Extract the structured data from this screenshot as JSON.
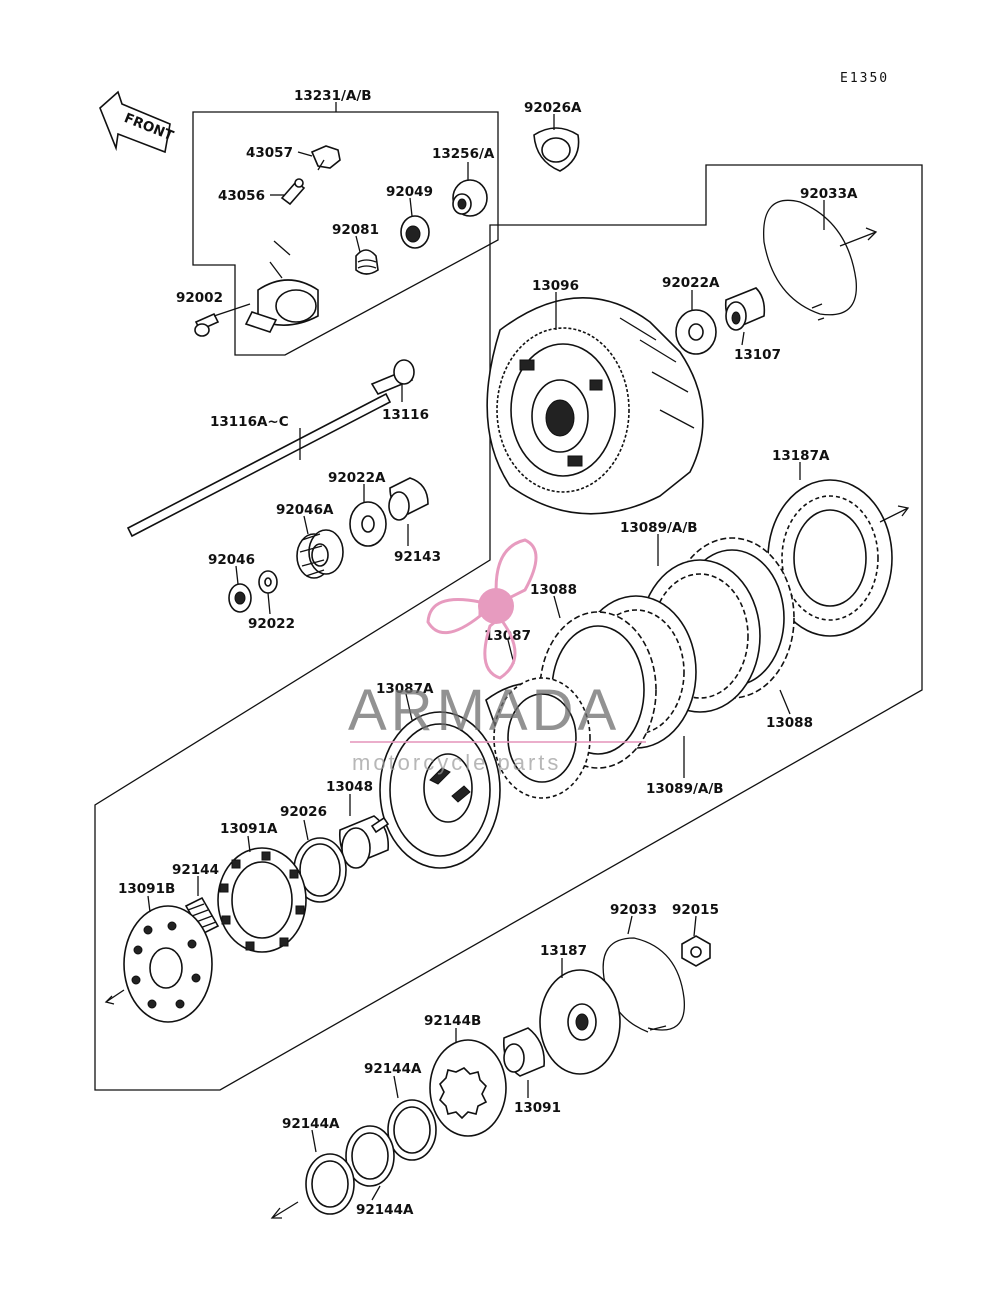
{
  "diagram_code": "E1350",
  "front_label": "FRONT",
  "watermark": {
    "brand": "ARMADA",
    "tagline": "motorcycle parts",
    "color": "#e79bbf"
  },
  "parts": {
    "p13231": "13231/A/B",
    "p43057": "43057",
    "p43056": "43056",
    "p13256": "13256/A",
    "p92049": "92049",
    "p92081": "92081",
    "p92002": "92002",
    "p92026A": "92026A",
    "p92033A": "92033A",
    "p13096": "13096",
    "p92022A_top": "92022A",
    "p13107": "13107",
    "p13116": "13116",
    "p13116A": "13116A~C",
    "p92022A_mid": "92022A",
    "p92046A": "92046A",
    "p92143": "92143",
    "p92046": "92046",
    "p92022": "92022",
    "p13187A": "13187A",
    "p13089_top": "13089/A/B",
    "p13088_top": "13088",
    "p13087": "13087",
    "p13087A": "13087A",
    "p13088_right": "13088",
    "p13089_bot": "13089/A/B",
    "p13048": "13048",
    "p92026": "92026",
    "p13091A": "13091A",
    "p92144": "92144",
    "p13091B": "13091B",
    "p92033": "92033",
    "p92015": "92015",
    "p13187": "13187",
    "p92144B": "92144B",
    "p92144A_1": "92144A",
    "p13091": "13091",
    "p92144A_2": "92144A",
    "p92144A_3": "92144A"
  }
}
